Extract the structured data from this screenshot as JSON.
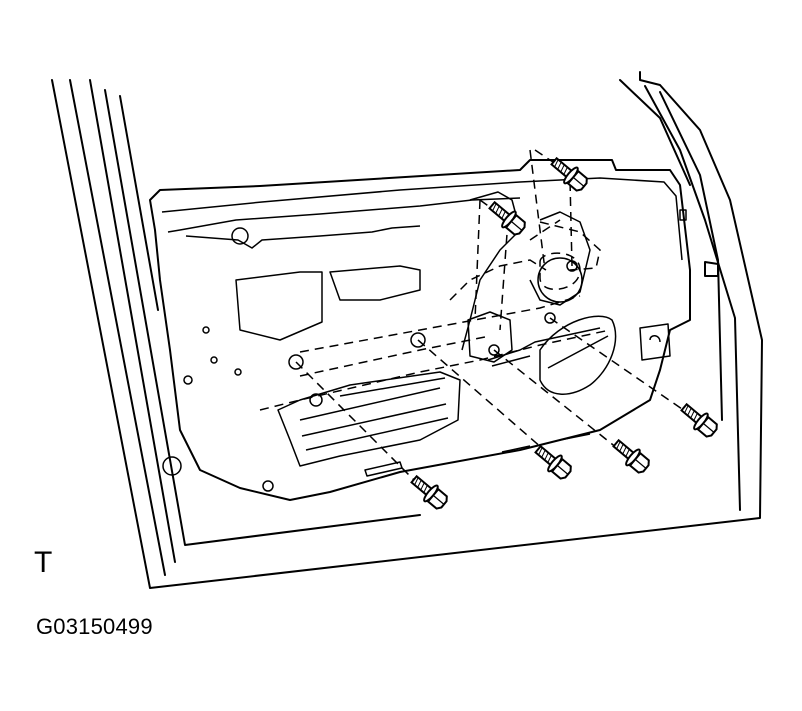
{
  "view_label": "T",
  "figure_code": "G03150499",
  "colors": {
    "line": "#000000",
    "background": "#ffffff"
  },
  "bolts": [
    {
      "name": "bolt-top-right",
      "angle": 40
    },
    {
      "name": "bolt-upper-center",
      "angle": 40
    },
    {
      "name": "bolt-right-edge",
      "angle": 40
    },
    {
      "name": "bolt-lower-right",
      "angle": 40
    },
    {
      "name": "bolt-lower-center",
      "angle": 40
    },
    {
      "name": "bolt-lower-left",
      "angle": 40
    }
  ]
}
